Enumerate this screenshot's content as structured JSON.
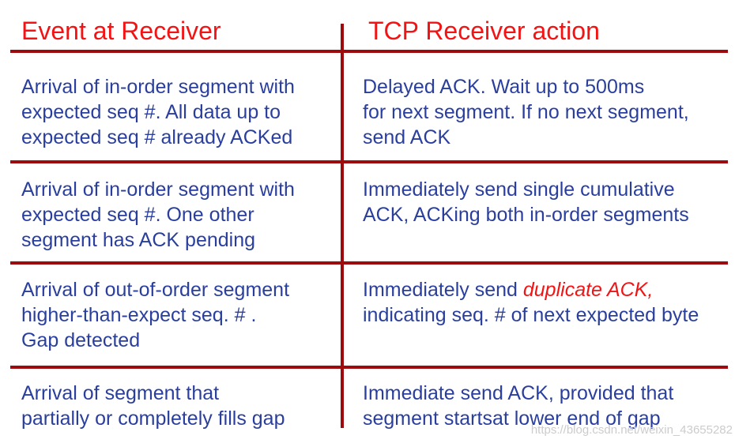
{
  "colors": {
    "header_red": "#f21414",
    "line_red": "#9e0b0f",
    "body_blue": "#2a3f9d",
    "emphasis_red": "#f21414",
    "watermark_gray": "#cccccc"
  },
  "header": {
    "left": "Event at Receiver",
    "right": "TCP Receiver action"
  },
  "rows": [
    {
      "event": [
        [
          {
            "t": "Arrival of in-order segment with"
          }
        ],
        [
          {
            "t": "expected seq #. All data up to"
          }
        ],
        [
          {
            "t": "expected seq # already ACKed"
          }
        ]
      ],
      "action": [
        [
          {
            "t": "Delayed ACK. Wait up to 500ms"
          }
        ],
        [
          {
            "t": "for next segment. If no next segment,"
          }
        ],
        [
          {
            "t": "send ACK"
          }
        ]
      ]
    },
    {
      "event": [
        [
          {
            "t": "Arrival of in-order segment with"
          }
        ],
        [
          {
            "t": "expected seq #. One other"
          }
        ],
        [
          {
            "t": "segment has ACK pending"
          }
        ]
      ],
      "action": [
        [
          {
            "t": "Immediately send single cumulative"
          }
        ],
        [
          {
            "t": "ACK, ACKing both in-order segments"
          }
        ]
      ]
    },
    {
      "event": [
        [
          {
            "t": "Arrival of out-of-order segment"
          }
        ],
        [
          {
            "t": "higher-than-expect seq. # ."
          }
        ],
        [
          {
            "t": "Gap detected"
          }
        ]
      ],
      "action": [
        [
          {
            "t": "Immediately send "
          },
          {
            "t": "duplicate ACK,",
            "style": "em"
          }
        ],
        [
          {
            "t": "indicating seq. # of next expected byte"
          }
        ]
      ]
    },
    {
      "event": [
        [
          {
            "t": "Arrival of segment that"
          }
        ],
        [
          {
            "t": "partially or completely fills gap"
          }
        ]
      ],
      "action": [
        [
          {
            "t": "Immediate send ACK, provided that"
          }
        ],
        [
          {
            "t": "segment startsat lower end of gap"
          }
        ]
      ]
    }
  ],
  "watermark": "https://blog.csdn.net/weixin_43655282"
}
